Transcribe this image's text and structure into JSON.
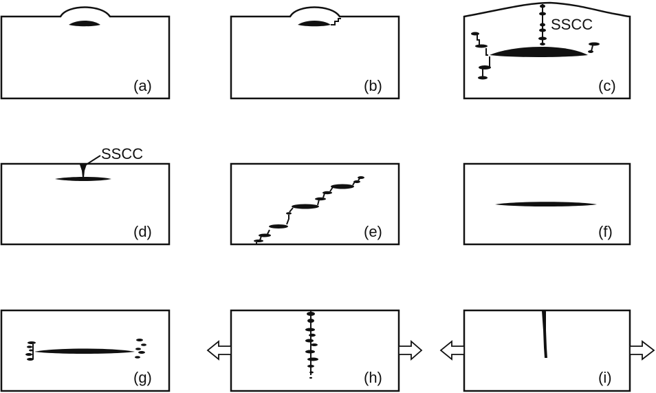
{
  "panels": [
    {
      "id": "a",
      "label": "(a)"
    },
    {
      "id": "b",
      "label": "(b)"
    },
    {
      "id": "c",
      "label": "(c)",
      "annotation": "SSCC"
    },
    {
      "id": "d",
      "label": "(d)",
      "annotation": "SSCC"
    },
    {
      "id": "e",
      "label": "(e)"
    },
    {
      "id": "f",
      "label": "(f)"
    },
    {
      "id": "g",
      "label": "(g)"
    },
    {
      "id": "h",
      "label": "(h)"
    },
    {
      "id": "i",
      "label": "(i)"
    }
  ],
  "colors": {
    "ink": "#111111",
    "background": "#ffffff"
  }
}
